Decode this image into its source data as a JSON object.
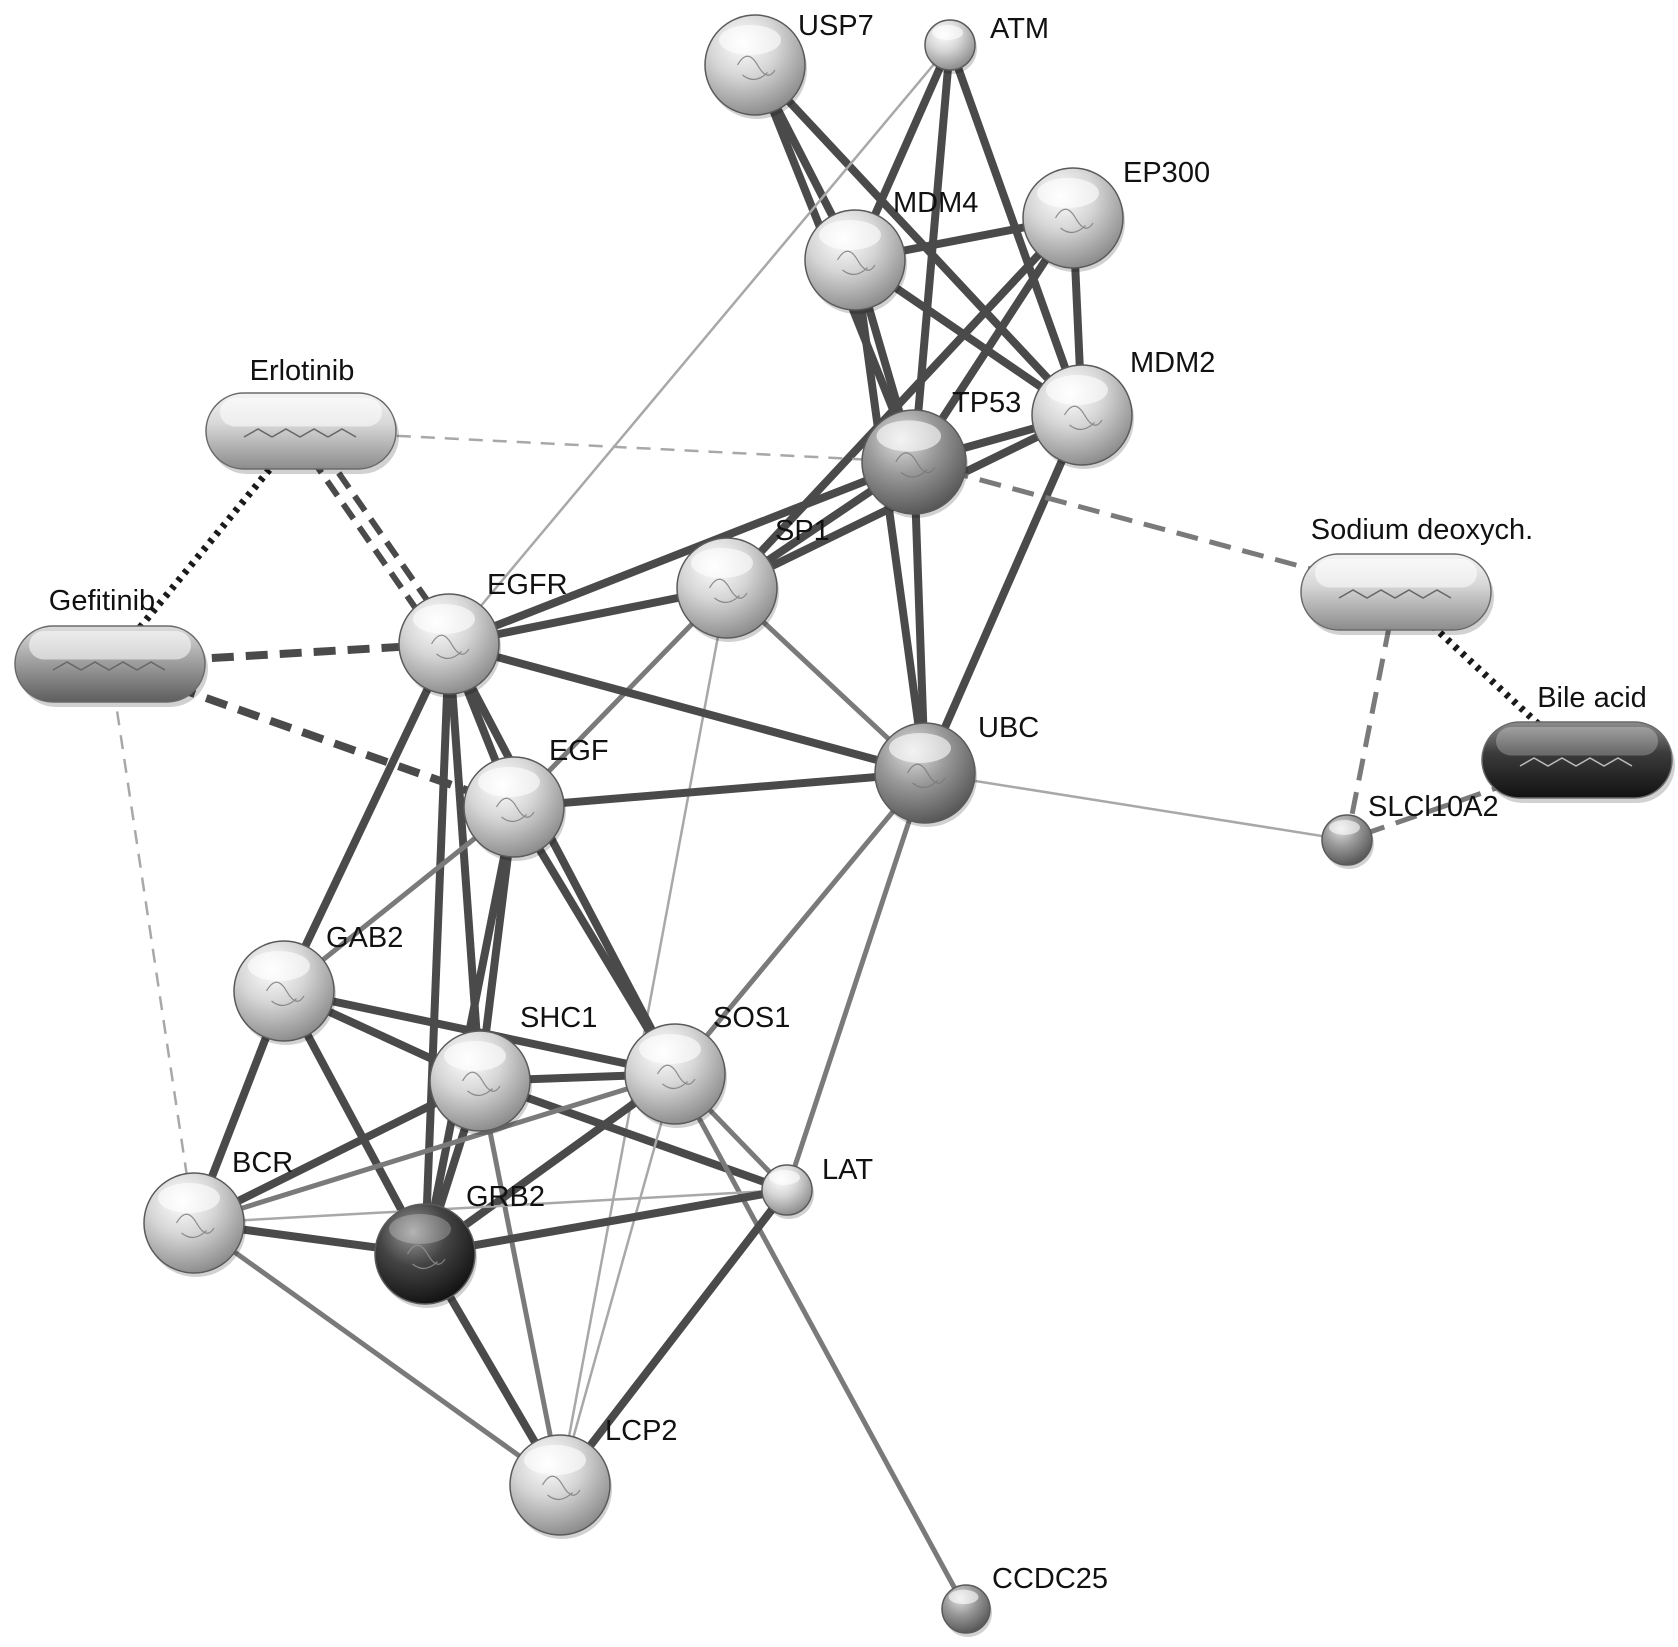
{
  "diagram": {
    "type": "protein-drug interaction network",
    "colors": {
      "edge_dark": "#4a4a4a",
      "edge_mid": "#7a7a7a",
      "edge_light": "#a8a8a8",
      "background": "#ffffff"
    },
    "nodes": [
      {
        "id": "USP7",
        "label": "USP7",
        "kind": "protein",
        "shade": "light"
      },
      {
        "id": "ATM",
        "label": "ATM",
        "kind": "protein",
        "shade": "light"
      },
      {
        "id": "MDM4",
        "label": "MDM4",
        "kind": "protein",
        "shade": "light"
      },
      {
        "id": "EP300",
        "label": "EP300",
        "kind": "protein",
        "shade": "light"
      },
      {
        "id": "MDM2",
        "label": "MDM2",
        "kind": "protein",
        "shade": "light"
      },
      {
        "id": "TP53",
        "label": "TP53",
        "kind": "protein",
        "shade": "medium"
      },
      {
        "id": "SP1",
        "label": "SP1",
        "kind": "protein",
        "shade": "light"
      },
      {
        "id": "EGFR",
        "label": "EGFR",
        "kind": "protein",
        "shade": "light"
      },
      {
        "id": "EGF",
        "label": "EGF",
        "kind": "protein",
        "shade": "light"
      },
      {
        "id": "UBC",
        "label": "UBC",
        "kind": "protein",
        "shade": "medium"
      },
      {
        "id": "GAB2",
        "label": "GAB2",
        "kind": "protein",
        "shade": "light"
      },
      {
        "id": "SHC1",
        "label": "SHC1",
        "kind": "protein",
        "shade": "light"
      },
      {
        "id": "SOS1",
        "label": "SOS1",
        "kind": "protein",
        "shade": "light"
      },
      {
        "id": "BCR",
        "label": "BCR",
        "kind": "protein",
        "shade": "light"
      },
      {
        "id": "GRB2",
        "label": "GRB2",
        "kind": "protein",
        "shade": "dark"
      },
      {
        "id": "LAT",
        "label": "LAT",
        "kind": "protein",
        "shade": "light"
      },
      {
        "id": "LCP2",
        "label": "LCP2",
        "kind": "protein",
        "shade": "light"
      },
      {
        "id": "CCDC25",
        "label": "CCDC25",
        "kind": "protein",
        "shade": "medium"
      },
      {
        "id": "SLC10A2",
        "label": "SLCl10A2",
        "kind": "protein",
        "shade": "medium"
      },
      {
        "id": "Erlotinib",
        "label": "Erlotinib",
        "kind": "chemical",
        "shade": "light"
      },
      {
        "id": "Gefitinib",
        "label": "Gefitinib",
        "kind": "chemical",
        "shade": "medium"
      },
      {
        "id": "Sodium",
        "label": "Sodium deoxych.",
        "kind": "chemical",
        "shade": "light"
      },
      {
        "id": "Bile",
        "label": "Bile acid",
        "kind": "chemical",
        "shade": "dark"
      }
    ],
    "edges": [
      {
        "source": "USP7",
        "target": "MDM4",
        "style": "solid",
        "strength": "strong"
      },
      {
        "source": "USP7",
        "target": "MDM2",
        "style": "solid",
        "strength": "strong"
      },
      {
        "source": "USP7",
        "target": "TP53",
        "style": "solid",
        "strength": "strong"
      },
      {
        "source": "ATM",
        "target": "MDM4",
        "style": "solid",
        "strength": "strong"
      },
      {
        "source": "ATM",
        "target": "MDM2",
        "style": "solid",
        "strength": "strong"
      },
      {
        "source": "ATM",
        "target": "TP53",
        "style": "solid",
        "strength": "strong"
      },
      {
        "source": "ATM",
        "target": "EGFR",
        "style": "solid",
        "strength": "weak"
      },
      {
        "source": "MDM4",
        "target": "EP300",
        "style": "solid",
        "strength": "strong"
      },
      {
        "source": "MDM4",
        "target": "MDM2",
        "style": "solid",
        "strength": "strong"
      },
      {
        "source": "MDM4",
        "target": "TP53",
        "style": "solid",
        "strength": "strong"
      },
      {
        "source": "MDM4",
        "target": "UBC",
        "style": "solid",
        "strength": "strong"
      },
      {
        "source": "EP300",
        "target": "MDM2",
        "style": "solid",
        "strength": "strong"
      },
      {
        "source": "EP300",
        "target": "TP53",
        "style": "solid",
        "strength": "strong"
      },
      {
        "source": "EP300",
        "target": "SP1",
        "style": "solid",
        "strength": "strong"
      },
      {
        "source": "MDM2",
        "target": "TP53",
        "style": "solid",
        "strength": "strong"
      },
      {
        "source": "MDM2",
        "target": "UBC",
        "style": "solid",
        "strength": "strong"
      },
      {
        "source": "MDM2",
        "target": "SP1",
        "style": "solid",
        "strength": "strong"
      },
      {
        "source": "TP53",
        "target": "SP1",
        "style": "solid",
        "strength": "strong"
      },
      {
        "source": "TP53",
        "target": "EGFR",
        "style": "solid",
        "strength": "strong"
      },
      {
        "source": "TP53",
        "target": "UBC",
        "style": "solid",
        "strength": "strong"
      },
      {
        "source": "SP1",
        "target": "EGFR",
        "style": "solid",
        "strength": "strong"
      },
      {
        "source": "SP1",
        "target": "EGF",
        "style": "solid",
        "strength": "medium"
      },
      {
        "source": "SP1",
        "target": "UBC",
        "style": "solid",
        "strength": "medium"
      },
      {
        "source": "SP1",
        "target": "LCP2",
        "style": "solid",
        "strength": "weak"
      },
      {
        "source": "EGFR",
        "target": "EGF",
        "style": "solid",
        "strength": "strong"
      },
      {
        "source": "EGFR",
        "target": "UBC",
        "style": "solid",
        "strength": "strong"
      },
      {
        "source": "EGFR",
        "target": "GAB2",
        "style": "solid",
        "strength": "strong"
      },
      {
        "source": "EGFR",
        "target": "SHC1",
        "style": "solid",
        "strength": "strong"
      },
      {
        "source": "EGFR",
        "target": "GRB2",
        "style": "solid",
        "strength": "strong"
      },
      {
        "source": "EGFR",
        "target": "SOS1",
        "style": "solid",
        "strength": "strong"
      },
      {
        "source": "EGF",
        "target": "UBC",
        "style": "solid",
        "strength": "strong"
      },
      {
        "source": "EGF",
        "target": "SHC1",
        "style": "solid",
        "strength": "strong"
      },
      {
        "source": "EGF",
        "target": "GRB2",
        "style": "solid",
        "strength": "strong"
      },
      {
        "source": "EGF",
        "target": "SOS1",
        "style": "solid",
        "strength": "strong"
      },
      {
        "source": "EGF",
        "target": "GAB2",
        "style": "solid",
        "strength": "medium"
      },
      {
        "source": "UBC",
        "target": "SOS1",
        "style": "solid",
        "strength": "medium"
      },
      {
        "source": "UBC",
        "target": "LAT",
        "style": "solid",
        "strength": "medium"
      },
      {
        "source": "UBC",
        "target": "SLC10A2",
        "style": "solid",
        "strength": "weak"
      },
      {
        "source": "GAB2",
        "target": "SHC1",
        "style": "solid",
        "strength": "strong"
      },
      {
        "source": "GAB2",
        "target": "SOS1",
        "style": "solid",
        "strength": "strong"
      },
      {
        "source": "GAB2",
        "target": "GRB2",
        "style": "solid",
        "strength": "strong"
      },
      {
        "source": "GAB2",
        "target": "BCR",
        "style": "solid",
        "strength": "strong"
      },
      {
        "source": "SHC1",
        "target": "SOS1",
        "style": "solid",
        "strength": "strong"
      },
      {
        "source": "SHC1",
        "target": "GRB2",
        "style": "solid",
        "strength": "strong"
      },
      {
        "source": "SHC1",
        "target": "BCR",
        "style": "solid",
        "strength": "strong"
      },
      {
        "source": "SHC1",
        "target": "LAT",
        "style": "solid",
        "strength": "strong"
      },
      {
        "source": "SHC1",
        "target": "LCP2",
        "style": "solid",
        "strength": "medium"
      },
      {
        "source": "SOS1",
        "target": "GRB2",
        "style": "solid",
        "strength": "strong"
      },
      {
        "source": "SOS1",
        "target": "BCR",
        "style": "solid",
        "strength": "medium"
      },
      {
        "source": "SOS1",
        "target": "LAT",
        "style": "solid",
        "strength": "medium"
      },
      {
        "source": "SOS1",
        "target": "LCP2",
        "style": "solid",
        "strength": "weak"
      },
      {
        "source": "SOS1",
        "target": "CCDC25",
        "style": "solid",
        "strength": "medium"
      },
      {
        "source": "BCR",
        "target": "GRB2",
        "style": "solid",
        "strength": "strong"
      },
      {
        "source": "BCR",
        "target": "LAT",
        "style": "solid",
        "strength": "weak"
      },
      {
        "source": "BCR",
        "target": "LCP2",
        "style": "solid",
        "strength": "medium"
      },
      {
        "source": "GRB2",
        "target": "LAT",
        "style": "solid",
        "strength": "strong"
      },
      {
        "source": "GRB2",
        "target": "LCP2",
        "style": "solid",
        "strength": "strong"
      },
      {
        "source": "LAT",
        "target": "LCP2",
        "style": "solid",
        "strength": "strong"
      },
      {
        "source": "Erlotinib",
        "target": "Gefitinib",
        "style": "dotted",
        "strength": "strong"
      },
      {
        "source": "Erlotinib",
        "target": "EGFR",
        "style": "double-dashed",
        "strength": "strong"
      },
      {
        "source": "Erlotinib",
        "target": "TP53",
        "style": "dashed",
        "strength": "weak"
      },
      {
        "source": "Gefitinib",
        "target": "EGFR",
        "style": "dashed",
        "strength": "strong"
      },
      {
        "source": "Gefitinib",
        "target": "EGF",
        "style": "dashed",
        "strength": "strong"
      },
      {
        "source": "Gefitinib",
        "target": "BCR",
        "style": "dashed",
        "strength": "weak"
      },
      {
        "source": "TP53",
        "target": "Sodium",
        "style": "dashed",
        "strength": "medium"
      },
      {
        "source": "Sodium",
        "target": "Bile",
        "style": "dotted",
        "strength": "strong"
      },
      {
        "source": "Sodium",
        "target": "SLC10A2",
        "style": "dashed",
        "strength": "medium"
      },
      {
        "source": "Bile",
        "target": "SLC10A2",
        "style": "dashed",
        "strength": "medium"
      }
    ]
  }
}
